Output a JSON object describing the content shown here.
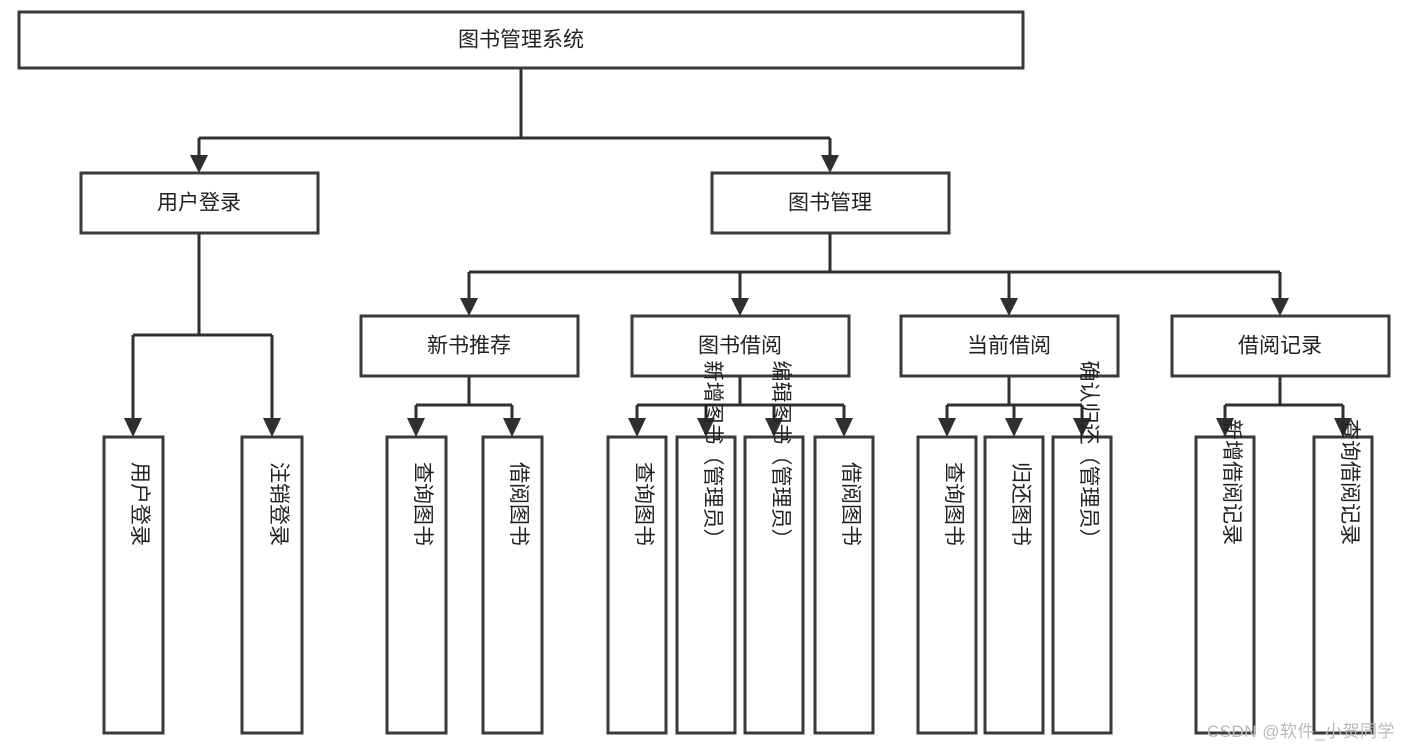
{
  "diagram": {
    "type": "tree-hierarchy-chart",
    "title": "图书管理系统",
    "watermark": "CSDN @软件_小贺同学",
    "colors": {
      "box_stroke": "#3a3a3a",
      "connector": "#2f2f2f",
      "background": "#ffffff",
      "text": "#222222",
      "watermark": "#b9b9b9"
    },
    "nodes": {
      "root": {
        "label": "图书管理系统"
      },
      "level1": [
        {
          "label": "用户登录"
        },
        {
          "label": "图书管理"
        }
      ],
      "level2": [
        {
          "label": "新书推荐"
        },
        {
          "label": "图书借阅"
        },
        {
          "label": "当前借阅"
        },
        {
          "label": "借阅记录"
        }
      ],
      "leaves_user_login": [
        {
          "label": "用户登录"
        },
        {
          "label": "注销登录"
        }
      ],
      "leaves_new_book": [
        {
          "label": "查询图书"
        },
        {
          "label": "借阅图书"
        }
      ],
      "leaves_borrow": [
        {
          "label": "查询图书"
        },
        {
          "label": "新增图书（管理员）"
        },
        {
          "label": "编辑图书（管理员）"
        },
        {
          "label": "借阅图书"
        }
      ],
      "leaves_current": [
        {
          "label": "查询图书"
        },
        {
          "label": "归还图书"
        },
        {
          "label": "确认归还（管理员）"
        }
      ],
      "leaves_records": [
        {
          "label": "新增借阅记录"
        },
        {
          "label": "查询借阅记录"
        }
      ]
    }
  }
}
